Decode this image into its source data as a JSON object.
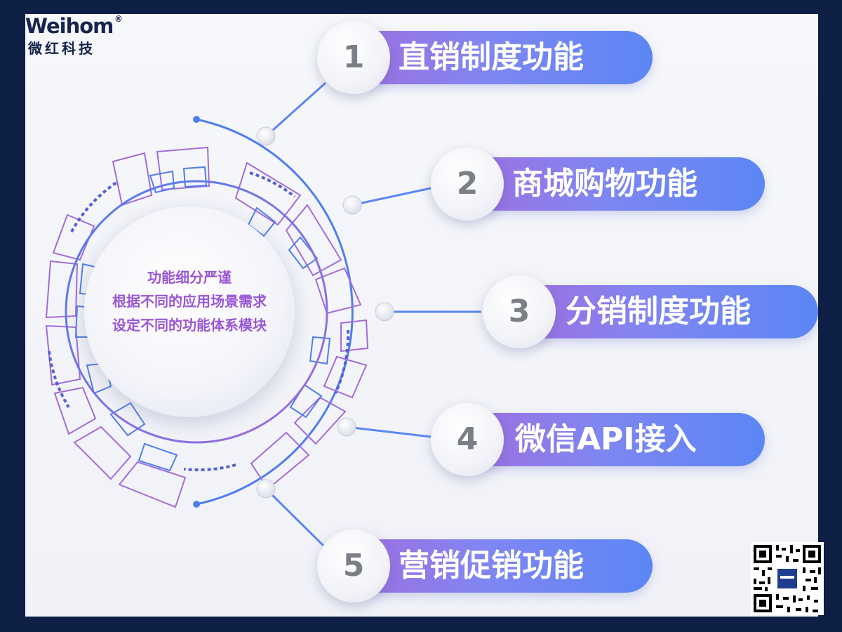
{
  "logo": {
    "text": "Weihom",
    "registered": "®",
    "subtext": "微红科技"
  },
  "center": {
    "lines": [
      "功能细分严谨",
      "根据不同的应用场景需求",
      "设定不同的功能体系模块"
    ]
  },
  "items": [
    {
      "number": "1",
      "label": "直销制度功能"
    },
    {
      "number": "2",
      "label": "商城购物功能"
    },
    {
      "number": "3",
      "label": "分销制度功能"
    },
    {
      "number": "4",
      "label": "微信API接入"
    },
    {
      "number": "5",
      "label": "营销促销功能"
    }
  ],
  "qr": {
    "name": "qr-code"
  },
  "colors": {
    "background": "#0e1f45",
    "pill_start": "#a06fe0",
    "pill_end": "#5b86f5",
    "ring_blue": "#4f7ef0",
    "ring_purple": "#a46bdb",
    "center_text": "#9a57d6"
  }
}
